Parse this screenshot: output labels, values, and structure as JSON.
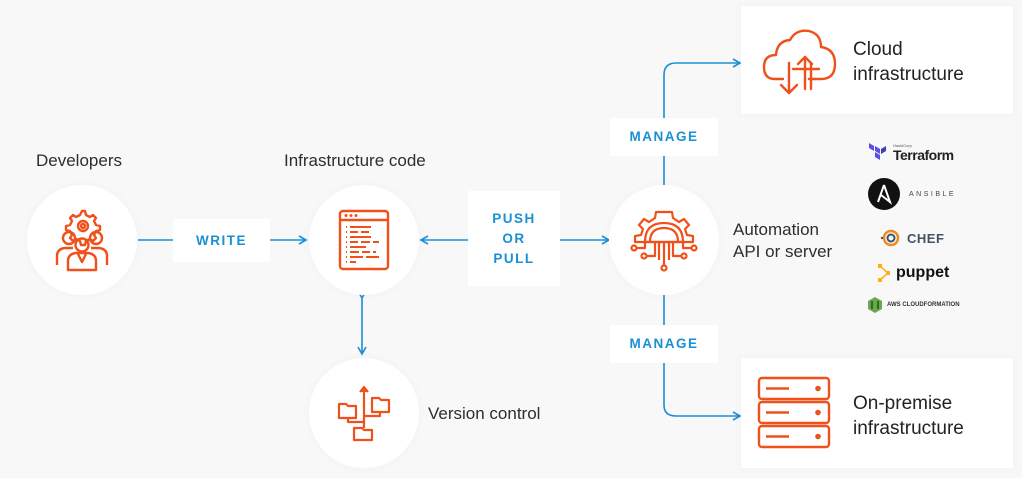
{
  "colors": {
    "accent_orange": "#f0501a",
    "arrow_blue": "#1a8fd6",
    "background": "#f8f8f8",
    "card": "#ffffff",
    "text": "#2e2e2e"
  },
  "nodes": {
    "developers": {
      "label": "Developers",
      "icon": "team-gear-icon"
    },
    "infra_code": {
      "label": "Infrastructure code",
      "icon": "code-window-icon"
    },
    "version_control": {
      "label": "Version control",
      "icon": "folder-tree-icon"
    },
    "automation": {
      "label_line1": "Automation",
      "label_line2": "API or server",
      "icon": "gear-circuit-icon"
    },
    "cloud": {
      "label_line1": "Cloud",
      "label_line2": "infrastructure",
      "icon": "cloud-sync-icon"
    },
    "onprem": {
      "label_line1": "On-premise",
      "label_line2": "infrastructure",
      "icon": "server-stack-icon"
    }
  },
  "edges": {
    "write": {
      "label": "WRITE"
    },
    "push_pull": {
      "line1": "PUSH",
      "line2": "OR",
      "line3": "PULL"
    },
    "manage_cloud": {
      "label": "MANAGE"
    },
    "manage_onprem": {
      "label": "MANAGE"
    }
  },
  "tools": [
    {
      "name": "Terraform",
      "sub": "HashiCorp",
      "icon": "terraform-logo-icon"
    },
    {
      "name": "ANSIBLE",
      "icon": "ansible-logo-icon"
    },
    {
      "name": "CHEF",
      "icon": "chef-logo-icon"
    },
    {
      "name": "puppet",
      "icon": "puppet-logo-icon"
    },
    {
      "name": "AWS CLOUDFORMATION",
      "icon": "cloudformation-logo-icon"
    }
  ]
}
